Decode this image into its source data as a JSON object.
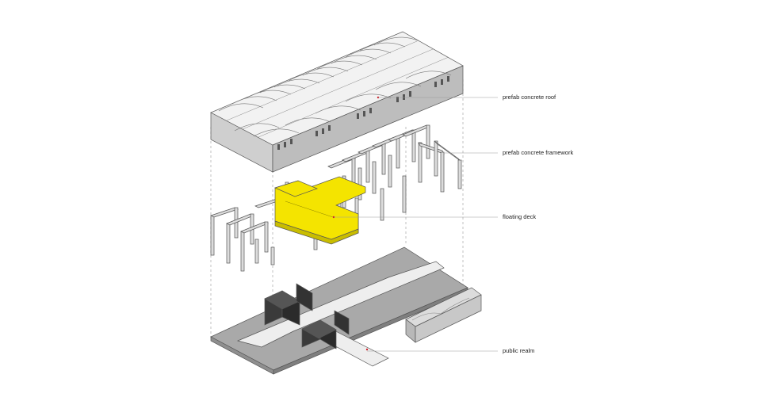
{
  "labels": {
    "roof": "prefab concrete roof",
    "framework": "prefab concrete framework",
    "deck": "floating deck",
    "realm": "public realm"
  },
  "colors": {
    "deck": "#f4e400",
    "roof_fill": "#f2f2f2",
    "ground": "#a9a9a9",
    "line": "#555555",
    "leader_dot": "#d0202a"
  }
}
